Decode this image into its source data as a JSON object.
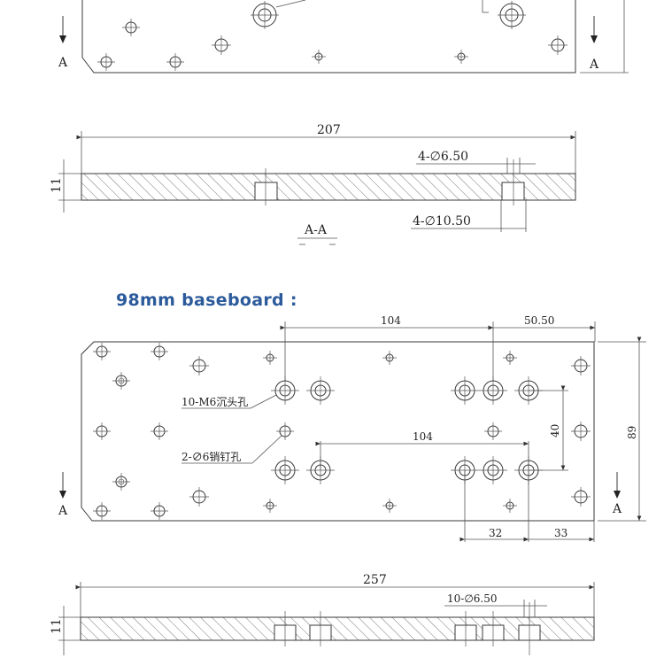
{
  "colors": {
    "heading": "#2c5b9c",
    "line": "#3a3a3a",
    "background": "#ffffff"
  },
  "top_view": {
    "section_marks": [
      "A",
      "A"
    ]
  },
  "section_view_top": {
    "width_dim": "207",
    "height_dim": "11",
    "hole_small": "4-∅6.50",
    "hole_large": "4-∅10.50",
    "section_label": "A-A"
  },
  "heading": "98mm baseboard :",
  "baseboard_view": {
    "dim_104_top": "104",
    "dim_50_50": "50.50",
    "dim_104_mid": "104",
    "dim_40": "40",
    "dim_89": "89",
    "dim_32": "32",
    "dim_33": "33",
    "note_m6": "10-M6沉头孔",
    "note_pin": "2-∅6销钉孔",
    "section_marks": [
      "A",
      "A"
    ]
  },
  "section_view_bottom": {
    "width_dim": "257",
    "height_dim": "11",
    "hole_small": "10-∅6.50"
  }
}
